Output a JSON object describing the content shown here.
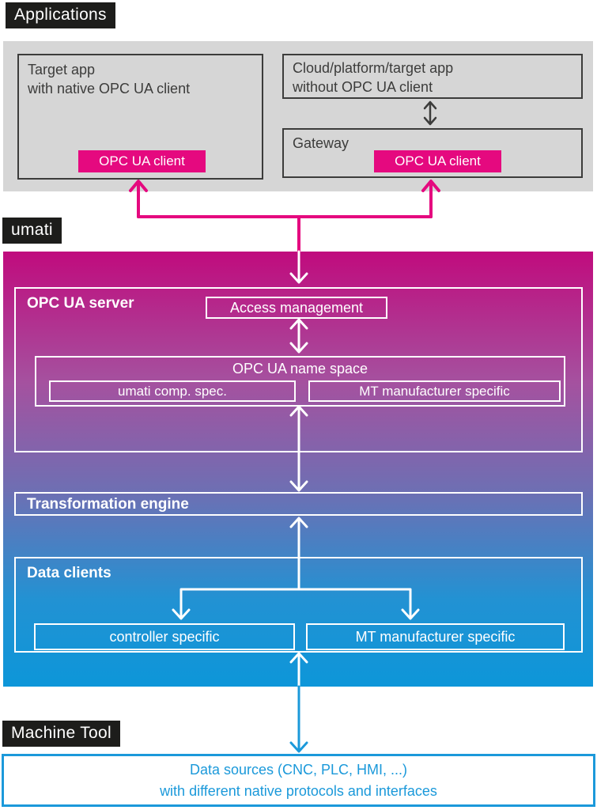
{
  "colors": {
    "magenta": "#e5097f",
    "gradient_top": "#c00b7d",
    "gradient_mid": "#6e6fb3",
    "gradient_bottom": "#0d96d9",
    "blue": "#1b99da",
    "panel_gray": "#d6d6d6",
    "ink": "#3c3c3b",
    "label_bg": "#1d1d1b"
  },
  "labels": {
    "applications": "Applications",
    "umati": "umati",
    "machine_tool": "Machine Tool"
  },
  "applications": {
    "target_app": {
      "line1": "Target app",
      "line2": "with native OPC UA client",
      "badge": "OPC UA client"
    },
    "cloud_app": {
      "line1": "Cloud/platform/target app",
      "line2": "without OPC UA client"
    },
    "gateway": {
      "title": "Gateway",
      "badge": "OPC UA client"
    }
  },
  "server": {
    "title": "OPC UA server",
    "access_management": "Access management",
    "namespace": {
      "title": "OPC UA name space",
      "items": [
        "umati comp. spec.",
        "MT manufacturer specific"
      ]
    }
  },
  "transformation_engine": {
    "title": "Transformation engine"
  },
  "data_clients": {
    "title": "Data clients",
    "items": [
      "controller specific",
      "MT manufacturer specific"
    ]
  },
  "machine_tool_section": {
    "data_sources_line1": "Data sources (CNC, PLC, HMI, ...)",
    "data_sources_line2": "with different native protocols and interfaces"
  }
}
